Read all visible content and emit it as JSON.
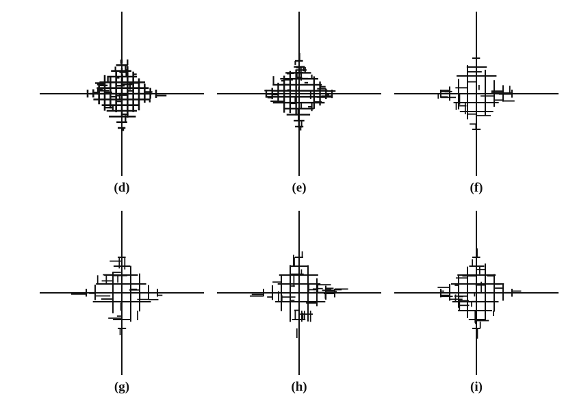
{
  "panels": [
    {
      "label": "(d)",
      "pattern": "dense-branching-cross"
    },
    {
      "label": "(e)",
      "pattern": "branching-cross"
    },
    {
      "label": "(f)",
      "pattern": "sparse-branching-cross"
    },
    {
      "label": "(g)",
      "pattern": "sparse-branching-cross"
    },
    {
      "label": "(h)",
      "pattern": "sparse-branching-cross"
    },
    {
      "label": "(i)",
      "pattern": "sparse-branching-cross"
    }
  ],
  "colors": {
    "axis": "#111111",
    "dendrite": "#111111",
    "background": "#ffffff"
  }
}
